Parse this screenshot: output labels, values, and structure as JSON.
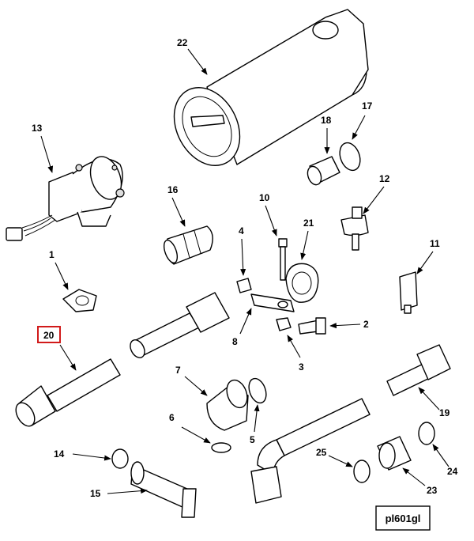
{
  "callouts": {
    "c1": "1",
    "c2": "2",
    "c3": "3",
    "c4": "4",
    "c5": "5",
    "c6": "6",
    "c7": "7",
    "c8": "8",
    "c10": "10",
    "c11": "11",
    "c12": "12",
    "c13": "13",
    "c14": "14",
    "c15": "15",
    "c16": "16",
    "c17": "17",
    "c18": "18",
    "c19": "19",
    "c20": "20",
    "c21": "21",
    "c22": "22",
    "c23": "23",
    "c24": "24",
    "c25": "25"
  },
  "highlight": {
    "selected": "20",
    "color": "#d11a1a"
  },
  "reference_code": "pl601gl"
}
